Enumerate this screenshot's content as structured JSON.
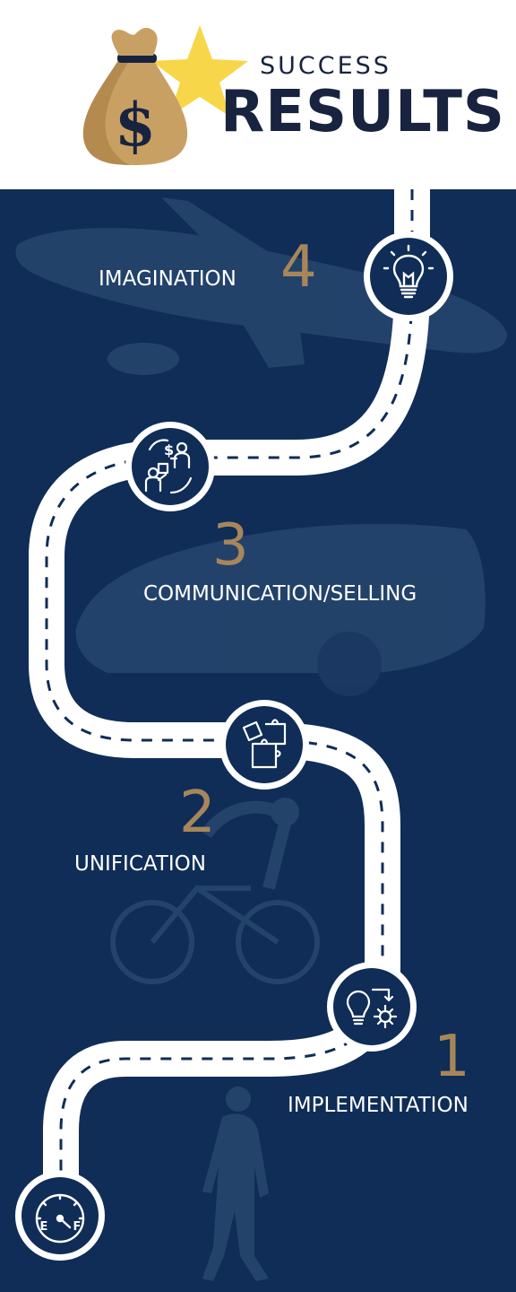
{
  "header": {
    "subtitle": "SUCCESS",
    "title": "RESULTS",
    "logo_text": "$"
  },
  "steps": [
    {
      "number": "4",
      "label": "IMAGINATION",
      "icon": "lightbulb-icon",
      "background": "airplane"
    },
    {
      "number": "3",
      "label": "COMMUNICATION/SELLING",
      "icon": "exchange-icon",
      "background": "sports-car"
    },
    {
      "number": "2",
      "label": "UNIFICATION",
      "icon": "puzzle-icon",
      "background": "cyclist"
    },
    {
      "number": "1",
      "label": "IMPLEMENTATION",
      "icon": "idea-to-gear-icon",
      "background": "walking-person"
    }
  ],
  "start": {
    "icon": "fuel-gauge-icon",
    "gauge_left": "E",
    "gauge_right": "F"
  },
  "colors": {
    "panel": "#0f2d57",
    "accent": "#a8865a",
    "title": "#17233f",
    "road": "#ffffff",
    "star": "#f7d64a",
    "bag": "#c9a063"
  }
}
